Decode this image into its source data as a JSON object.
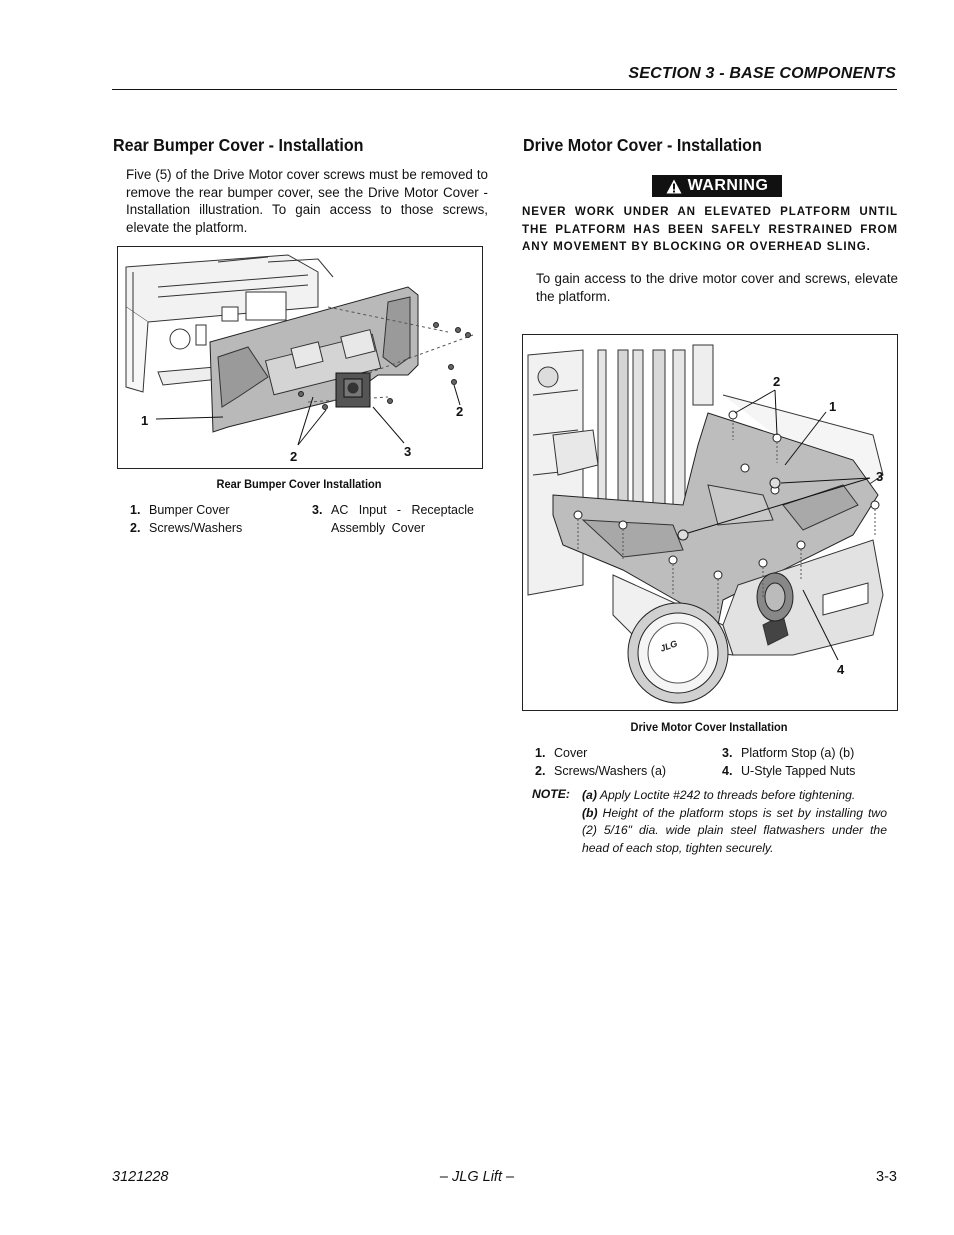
{
  "header": {
    "section_title": "SECTION 3 - BASE COMPONENTS"
  },
  "left": {
    "heading": "Rear Bumper Cover - Installation",
    "paragraph": "Five (5) of the Drive Motor cover screws must be removed to remove the rear bumper cover, see the Drive Motor Cover - Installation illustration. To gain access to those screws, elevate the platform.",
    "figure": {
      "caption": "Rear Bumper Cover Installation",
      "callouts": [
        "1",
        "2",
        "2",
        "3"
      ]
    },
    "legend": [
      {
        "num": "1.",
        "text": "Bumper Cover"
      },
      {
        "num": "2.",
        "text": "Screws/Washers"
      },
      {
        "num": "3.",
        "text": "AC Input - Receptacle Assembly Cover"
      }
    ]
  },
  "right": {
    "heading": "Drive Motor Cover - Installation",
    "warning_label": "WARNING",
    "warning_text": "NEVER WORK UNDER AN ELEVATED PLATFORM UNTIL THE PLATFORM HAS BEEN SAFELY RESTRAINED FROM ANY MOVEMENT BY BLOCKING OR OVERHEAD SLING.",
    "paragraph": "To gain access to the drive motor cover and screws, elevate the platform.",
    "figure": {
      "caption": "Drive Motor Cover Installation",
      "callouts": [
        "2",
        "1",
        "3",
        "4"
      ],
      "logo_text": "JLG"
    },
    "legend": [
      {
        "num": "1.",
        "text": "Cover"
      },
      {
        "num": "2.",
        "text": "Screws/Washers (a)"
      },
      {
        "num": "3.",
        "text": "Platform Stop (a) (b)"
      },
      {
        "num": "4.",
        "text": "U-Style Tapped Nuts"
      }
    ],
    "note": {
      "label": "NOTE:",
      "a_tag": "(a)",
      "a_text": "Apply Loctite #242 to threads before tightening.",
      "b_tag": "(b)",
      "b_text": "Height of the platform stops is set by installing two (2) 5/16\" dia. wide plain steel flatwashers under the head of each stop, tighten securely."
    }
  },
  "footer": {
    "doc_number": "3121228",
    "center": "– JLG Lift –",
    "page": "3-3"
  }
}
